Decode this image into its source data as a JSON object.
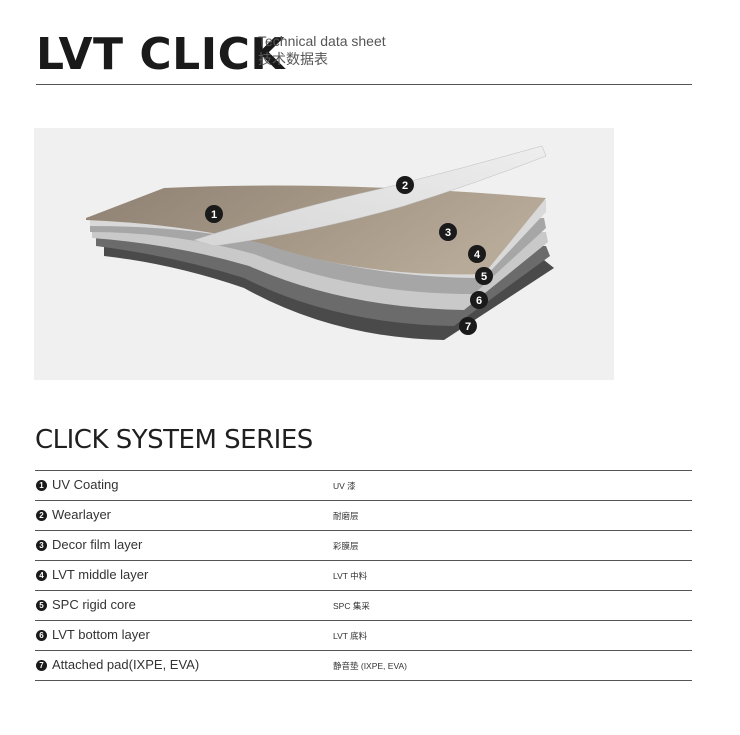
{
  "header": {
    "title": "LVT CLICK",
    "subtitle_en": "Technical data sheet",
    "subtitle_cn": "技术数据表"
  },
  "illustration": {
    "markers": [
      "1",
      "2",
      "3",
      "4",
      "5",
      "6",
      "7"
    ]
  },
  "series_title": "CLICK SYSTEM SERIES",
  "layers": [
    {
      "num": "1",
      "en": "UV Coating",
      "cn": "UV 漆"
    },
    {
      "num": "2",
      "en": "Wearlayer",
      "cn": "耐磨层"
    },
    {
      "num": "3",
      "en": "Decor film layer",
      "cn": "彩膜层"
    },
    {
      "num": "4",
      "en": "LVT middle layer",
      "cn": "LVT 中料"
    },
    {
      "num": "5",
      "en": "SPC rigid core",
      "cn": "SPC 集采"
    },
    {
      "num": "6",
      "en": "LVT bottom layer",
      "cn": "LVT 底料"
    },
    {
      "num": "7",
      "en": "Attached pad(IXPE, EVA)",
      "cn": "静音垫 (IXPE, EVA)"
    }
  ]
}
